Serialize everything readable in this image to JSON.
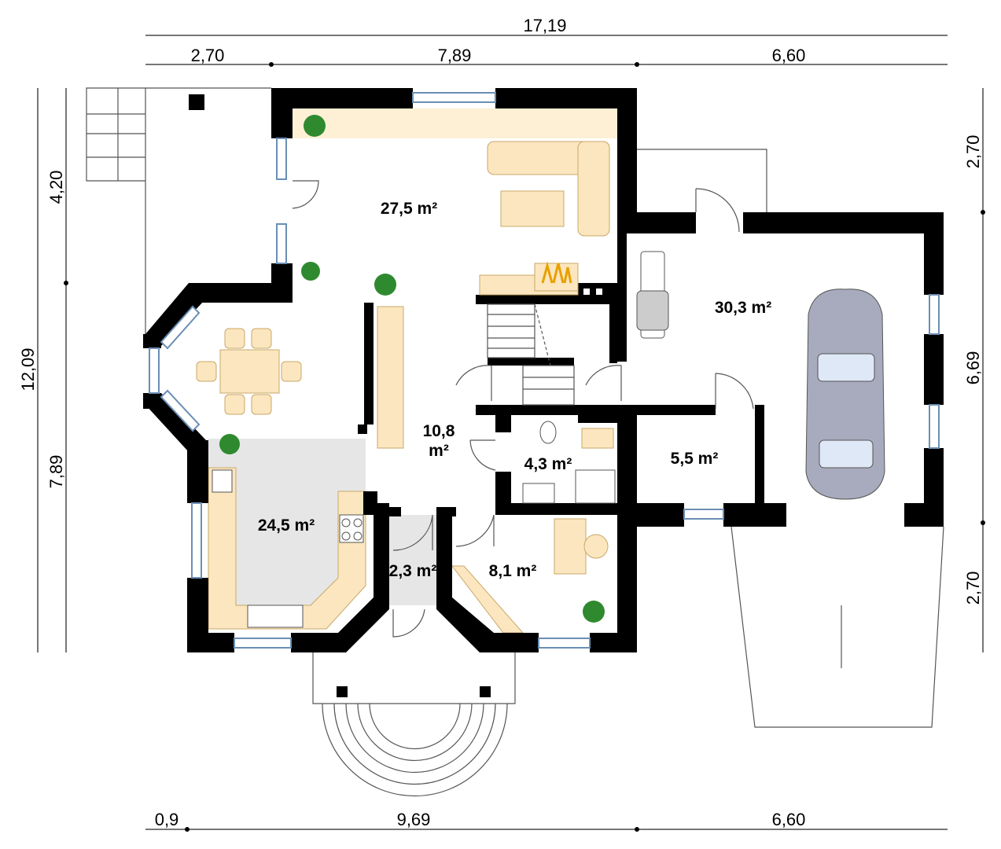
{
  "dimensions": {
    "top_total": "17,19",
    "top_segments": [
      "2,70",
      "7,89",
      "6,60"
    ],
    "bottom_segments": [
      "0,9",
      "9,69",
      "6,60"
    ],
    "left_total": "12,09",
    "left_segments": [
      "4,20",
      "7,89"
    ],
    "right_segments": [
      "2,70",
      "6,69",
      "2,70"
    ]
  },
  "rooms": {
    "living": "27,5 m²",
    "garage": "30,3 m²",
    "hall_line1": "10,8",
    "hall_line2": "m²",
    "bathroom": "4,3 m²",
    "utility": "5,5 m²",
    "kitchen": "24,5 m²",
    "vestibule": "2,3 m²",
    "office": "8,1 m²"
  },
  "colors": {
    "wall": "#000000",
    "furniture": "#fbe6bf",
    "kitchen_floor": "#e6e6e6",
    "window": "#6b8fb5"
  }
}
